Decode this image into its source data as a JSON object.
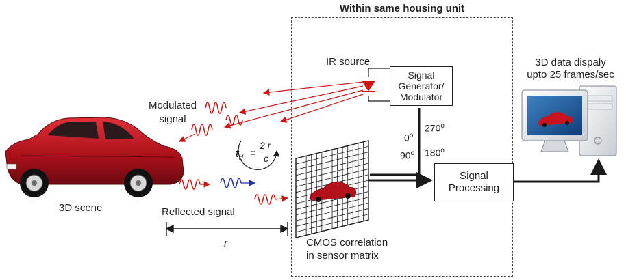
{
  "housing": {
    "title": "Within same housing unit"
  },
  "ir_source": {
    "label": "IR source"
  },
  "signal_generator": {
    "line1": "Signal",
    "line2": "Generator/",
    "line3": "Modulator"
  },
  "phases": {
    "p0": "0",
    "p90": "90",
    "p180": "180",
    "p270": "270",
    "degree": "o"
  },
  "signal_processing": {
    "line1": "Signal",
    "line2": "Processing"
  },
  "display": {
    "line1": "3D data dispaly",
    "line2": "upto 25 frames/sec"
  },
  "modulated_signal": {
    "line1": "Modulated",
    "line2": "signal"
  },
  "reflected_signal": {
    "label": "Reflected signal"
  },
  "scene": {
    "label": "3D scene"
  },
  "distance": {
    "label": "r"
  },
  "sensor": {
    "line1": "CMOS correlation",
    "line2": "in sensor matrix"
  },
  "formula": {
    "lhs": "t",
    "sub": "d",
    "eq": "=",
    "num": "2 r",
    "den": "c"
  },
  "colors": {
    "red": "#d01414",
    "blue": "#2233aa",
    "car_red": "#b3121c",
    "black": "#1a1a1a"
  }
}
